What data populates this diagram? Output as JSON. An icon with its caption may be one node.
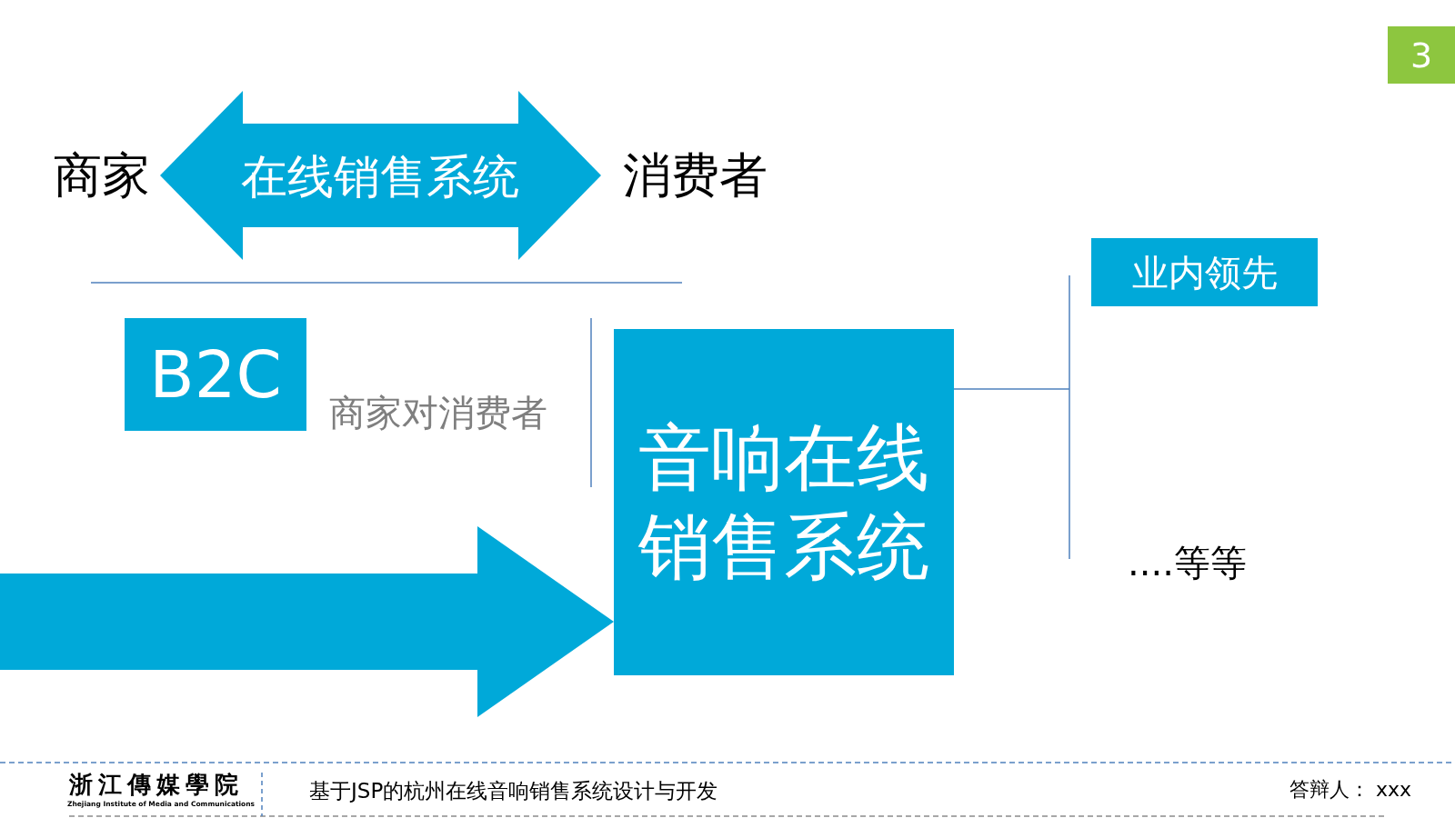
{
  "diagram": {
    "nodes": [
      {
        "text": [
          "商家"
        ]
      },
      {
        "text": [
          "消费者"
        ]
      },
      {
        "text": [
          "B2C"
        ],
        "beside": [
          "商家对消费者"
        ]
      },
      {
        "text": [
          "音响在线销售系统"
        ]
      },
      {
        "text": [
          "业内领先"
        ]
      }
    ],
    "edges": [
      {
        "from": 0,
        "to": 1,
        "arrow": "both",
        "label": "在线销售系统"
      },
      {
        "from": null,
        "to": 3,
        "arrow": "to"
      }
    ],
    "labels": [
      "3",
      "....等等",
      "浙江傳媒學院",
      "Zhejiang Institute of Media and Communications",
      "基于JSP的杭州在线音响销售系统设计与开发",
      "答辩人： xxx"
    ]
  }
}
